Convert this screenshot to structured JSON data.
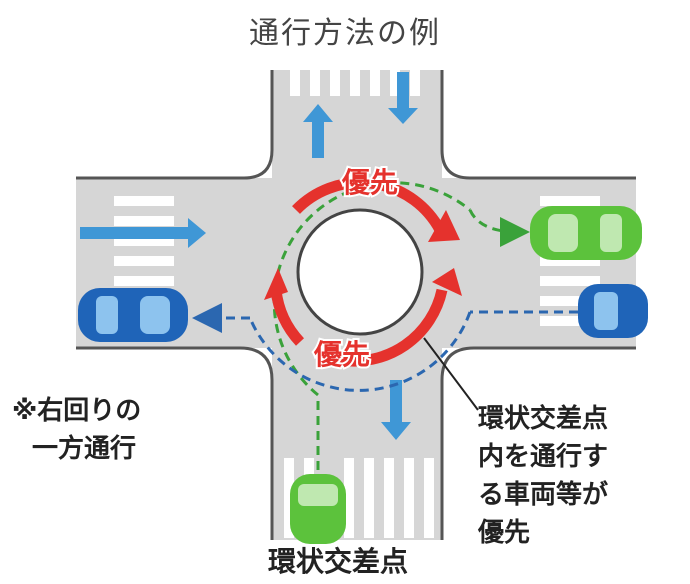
{
  "title": "通行方法の例",
  "priority_label_top": "優先",
  "priority_label_bottom": "優先",
  "note_one_way": [
    "※右回りの",
    "一方通行"
  ],
  "note_priority": [
    "環状交差点",
    "内を通行す",
    "る車両等が",
    "優先"
  ],
  "bottom_label": "環状交差点",
  "colors": {
    "road": "#d6d6d6",
    "road_edge": "#555555",
    "priority_arrow": "#e5322d",
    "blue_arrow": "#3f97d6",
    "green_path": "#3aa23a",
    "blue_path": "#2b67b0",
    "car_green": "#5cc23c",
    "car_blue": "#1f64b8"
  }
}
